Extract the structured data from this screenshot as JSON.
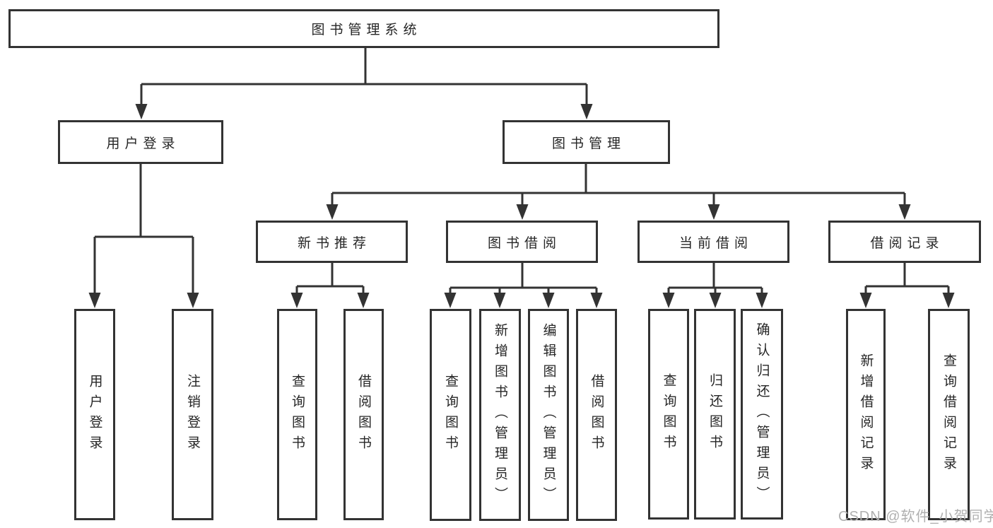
{
  "diagram": {
    "title": "图书管理系统",
    "branches": {
      "user_login": {
        "label": "用户登录",
        "children": [
          "用户登录",
          "注销登录"
        ]
      },
      "book_management": {
        "label": "图书管理",
        "groups": [
          {
            "label": "新书推荐",
            "children": [
              "查询图书",
              "借阅图书"
            ]
          },
          {
            "label": "图书借阅",
            "children": [
              "查询图书",
              "新增图书（管理员）",
              "编辑图书（管理员）",
              "借阅图书"
            ]
          },
          {
            "label": "当前借阅",
            "children": [
              "查询图书",
              "归还图书",
              "确认归还（管理员）"
            ]
          },
          {
            "label": "借阅记录",
            "children": [
              "新增借阅记录",
              "查询借阅记录"
            ]
          }
        ]
      }
    }
  },
  "watermark": {
    "text": "CSDN @软件_小贺同学"
  },
  "colors": {
    "line": "#333333",
    "border": "#333333",
    "text": "#262626",
    "background": "#ffffff",
    "watermark": "#b0b0b0"
  }
}
